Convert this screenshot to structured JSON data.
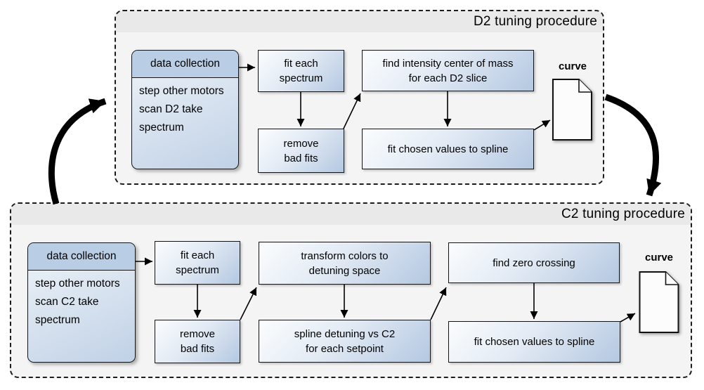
{
  "colors": {
    "node_gradient_light": "#fbfdfe",
    "node_gradient_blue": "#b4c8e1",
    "header_fill": "#b9cde5",
    "group_background": "#f4f4f5",
    "group_titlebar": "#e9e9ea",
    "line_color": "#000000"
  },
  "d2_procedure": {
    "title": "D2 tuning procedure",
    "data_collection": {
      "header": "data collection",
      "lines": [
        "step other motors",
        "scan D2",
        "take spectrum"
      ]
    },
    "fit_each_spectrum": [
      "fit each",
      "spectrum"
    ],
    "remove_bad_fits": [
      "remove",
      "bad fits"
    ],
    "find_center_of_mass": [
      "find intensity center of mass",
      "for each D2 slice"
    ],
    "fit_values_to_spline": [
      "fit chosen values to spline"
    ],
    "output_label": "curve"
  },
  "c2_procedure": {
    "title": "C2 tuning procedure",
    "data_collection": {
      "header": "data collection",
      "lines": [
        "step other motors",
        "scan C2",
        "take spectrum"
      ]
    },
    "fit_each_spectrum": [
      "fit each",
      "spectrum"
    ],
    "remove_bad_fits": [
      "remove",
      "bad fits"
    ],
    "transform_colors": [
      "transform colors to",
      "detuning space"
    ],
    "spline_detuning": [
      "spline detuning vs C2",
      "for each setpoint"
    ],
    "find_zero_crossing": [
      "find zero crossing"
    ],
    "fit_values_to_spline": [
      "fit chosen values to spline"
    ],
    "output_label": "curve"
  }
}
